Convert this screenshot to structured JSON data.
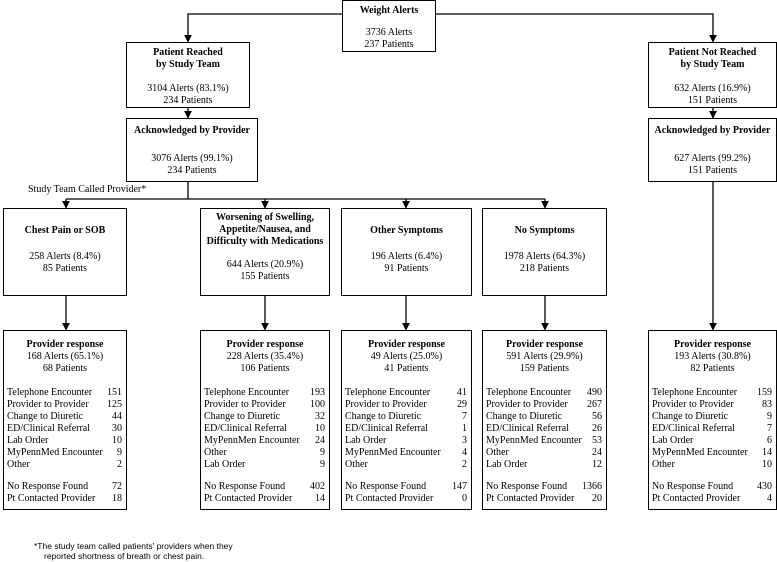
{
  "top": {
    "title": "Weight Alerts",
    "alerts": "3736 Alerts",
    "patients": "237 Patients"
  },
  "reached": {
    "title1": "Patient Reached",
    "title2": "by Study Team",
    "alerts": "3104 Alerts (83.1%)",
    "patients": "234 Patients"
  },
  "not_reached": {
    "title1": "Patient Not Reached",
    "title2": "by Study Team",
    "alerts": "632 Alerts (16.9%)",
    "patients": "151 Patients"
  },
  "ack_left": {
    "title": "Acknowledged by Provider",
    "alerts": "3076 Alerts (99.1%)",
    "patients": "234 Patients"
  },
  "ack_right": {
    "title": "Acknowledged by Provider",
    "alerts": "627 Alerts (99.2%)",
    "patients": "151 Patients"
  },
  "called_label": "Study Team Called Provider*",
  "categories": [
    {
      "title": [
        "Chest Pain or SOB"
      ],
      "alerts": "258 Alerts (8.4%)",
      "patients": "85 Patients"
    },
    {
      "title": [
        "Worsening of Swelling,",
        "Appetite/Nausea, and",
        "Difficulty with Medications"
      ],
      "alerts": "644 Alerts (20.9%)",
      "patients": "155 Patients"
    },
    {
      "title": [
        "Other Symptoms"
      ],
      "alerts": "196 Alerts (6.4%)",
      "patients": "91 Patients"
    },
    {
      "title": [
        "No Symptoms"
      ],
      "alerts": "1978 Alerts (64.3%)",
      "patients": "218 Patients"
    }
  ],
  "responses": [
    {
      "title": "Provider response",
      "alerts": "168 Alerts (65.1%)",
      "patients": "68 Patients",
      "items": [
        [
          "Telephone Encounter",
          "151"
        ],
        [
          "Provider to Provider",
          "125"
        ],
        [
          "Change to Diuretic",
          "44"
        ],
        [
          "ED/Clinical Referral",
          "30"
        ],
        [
          "Lab Order",
          "10"
        ],
        [
          "MyPennMed Encounter",
          "9"
        ],
        [
          "Other",
          "2"
        ]
      ],
      "tail": [
        [
          "No Response Found",
          "72"
        ],
        [
          "Pt Contacted Provider",
          "18"
        ]
      ]
    },
    {
      "title": "Provider response",
      "alerts": "228 Alerts (35.4%)",
      "patients": "106 Patients",
      "items": [
        [
          "Telephone Encounter",
          "193"
        ],
        [
          "Provider to Provider",
          "100"
        ],
        [
          "Change to Diuretic",
          "32"
        ],
        [
          "ED/Clinical Referral",
          "10"
        ],
        [
          "MyPennMen Encounter",
          "24"
        ],
        [
          "Other",
          "9"
        ],
        [
          "Lab Order",
          "9"
        ]
      ],
      "tail": [
        [
          "No Response Found",
          "402"
        ],
        [
          "Pt Contacted Provider",
          "14"
        ]
      ]
    },
    {
      "title": "Provider response",
      "alerts": "49 Alerts (25.0%)",
      "patients": "41 Patients",
      "items": [
        [
          "Telephone Encounter",
          "41"
        ],
        [
          "Provider to Provider",
          "29"
        ],
        [
          "Change to Diuretic",
          "7"
        ],
        [
          "ED/Clinical Referral",
          "1"
        ],
        [
          "Lab Order",
          "3"
        ],
        [
          "MyPennMed Encounter",
          "4"
        ],
        [
          "Other",
          "2"
        ]
      ],
      "tail": [
        [
          "No Response Found",
          "147"
        ],
        [
          "Pt Contacted Provider",
          "0"
        ]
      ]
    },
    {
      "title": "Provider response",
      "alerts": "591 Alerts (29.9%)",
      "patients": "159 Patients",
      "items": [
        [
          "Telephone Encounter",
          "490"
        ],
        [
          "Provider to Provider",
          "267"
        ],
        [
          "Change to Diuretic",
          "56"
        ],
        [
          "ED/Clinical Referral",
          "26"
        ],
        [
          "MyPennMed Encounter",
          "53"
        ],
        [
          "Other",
          "24"
        ],
        [
          "Lab Order",
          "12"
        ]
      ],
      "tail": [
        [
          "No Response Found",
          "1366"
        ],
        [
          "Pt Contacted Provider",
          "20"
        ]
      ]
    },
    {
      "title": "Provider response",
      "alerts": "193 Alerts (30.8%)",
      "patients": "82 Patients",
      "items": [
        [
          "Telephone Encounter",
          "159"
        ],
        [
          "Provider to Provider",
          "83"
        ],
        [
          "Change to Diuretic",
          "9"
        ],
        [
          "ED/Clinical Referral",
          "7"
        ],
        [
          "Lab Order",
          "6"
        ],
        [
          "MyPennMed Encounter",
          "14"
        ],
        [
          "Other",
          "10"
        ]
      ],
      "tail": [
        [
          "No Response Found",
          "430"
        ],
        [
          "Pt Contacted Provider",
          "4"
        ]
      ]
    }
  ],
  "footnote": {
    "line1": "*The study team called patients' providers when they",
    "line2": "reported shortness of breath or chest pain."
  }
}
